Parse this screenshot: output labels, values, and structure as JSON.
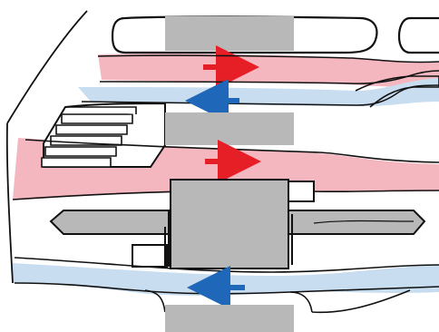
{
  "colors": {
    "hot_flow": "#f4b7bf",
    "cold_flow": "#c9ddf0",
    "gray_block": "#b8b8b8",
    "outline": "#111111",
    "hot_arrow": "#e61f26",
    "cold_arrow": "#1f67b8"
  },
  "flows": [
    {
      "temperature": "hot",
      "direction": "right"
    },
    {
      "temperature": "cold",
      "direction": "left"
    },
    {
      "temperature": "hot",
      "direction": "right"
    },
    {
      "temperature": "cold",
      "direction": "left"
    }
  ],
  "icons": {
    "hot_flow": "right-arrow-icon",
    "cold_flow": "left-arrow-icon",
    "stair_fins": "stair-fin-icon"
  }
}
